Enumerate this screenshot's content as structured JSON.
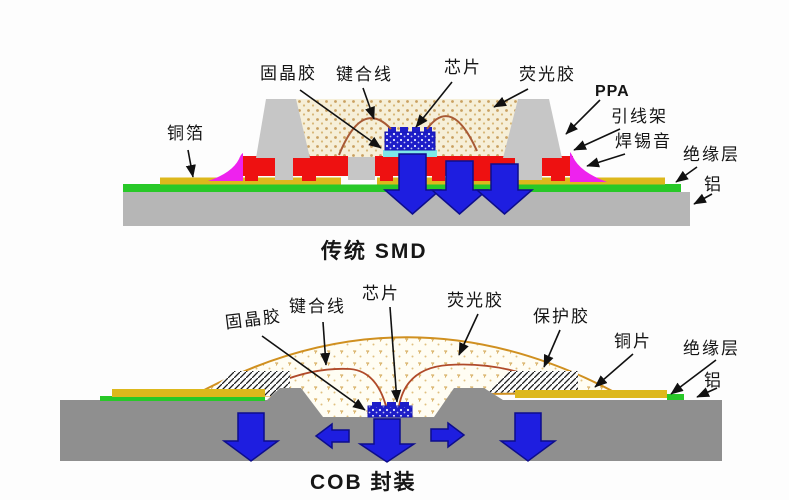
{
  "page": {
    "background": "#fdfdfd",
    "description_note": ""
  },
  "top_diagram": {
    "title": "传统 SMD",
    "labels": {
      "copper_foil": "铜箔",
      "die_attach_glue": "固晶胶",
      "bonding_wire": "键合线",
      "chip": "芯片",
      "phosphor_glue": "荧光胶",
      "ppa": "PPA",
      "lead_frame": "引线架",
      "solder": "焊锡音",
      "insulation_layer": "绝缘层",
      "aluminum": "铝"
    }
  },
  "bottom_diagram": {
    "title": "COB 封装",
    "labels": {
      "die_attach_glue": "固晶胶",
      "bonding_wire": "键合线",
      "chip": "芯片",
      "phosphor_glue": "荧光胶",
      "protective_glue": "保护胶",
      "copper_sheet": "铜片",
      "insulation_layer": "绝缘层",
      "aluminum": "铝"
    }
  },
  "colors": {
    "arrow_blue": "#1e1ee0",
    "arrow_blue_edge": "#0d0d8c",
    "chip_blue": "#1d1dc8",
    "die_attach_cyan": "#7de8e8",
    "lead_frame_red": "#ee1111",
    "solder_magenta": "#ee22ee",
    "copper_yellow": "#ddb81c",
    "insulation_green": "#28c828",
    "substrate_gray_top": "#b6b6b6",
    "substrate_gray_bottom": "#8f8f8f",
    "housing_gray": "#c6c6c6",
    "phosphor_cream": "#f6efd8",
    "dome_outline_orange": "#d09020",
    "wire_brown": "#a85a35",
    "leader_black": "#111111"
  }
}
